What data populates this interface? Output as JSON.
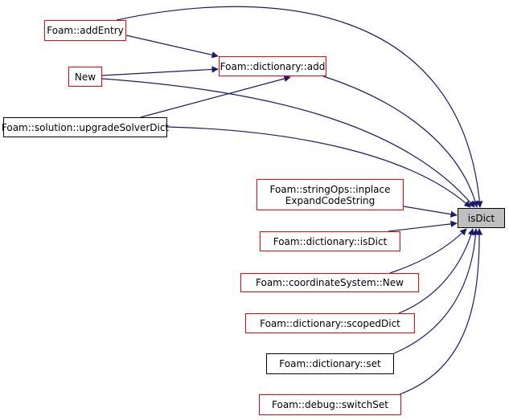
{
  "graph": {
    "current": "isDict",
    "nodes": {
      "addEntry": "Foam::addEntry",
      "new": "New",
      "dictAdd": "Foam::dictionary::add",
      "upgrade": "Foam::solution::upgradeSolverDict",
      "inplace": "Foam::stringOps::inplace\nExpandCodeString",
      "isDict": "isDict",
      "dictIsDict": "Foam::dictionary::isDict",
      "coordNew": "Foam::coordinateSystem::New",
      "scoped": "Foam::dictionary::scopedDict",
      "set": "Foam::dictionary::set",
      "switchSet": "Foam::debug::switchSet"
    },
    "colors": {
      "edge": "#191970",
      "link_border": "#ff0000",
      "plain_border": "#000000",
      "current_fill": "#bfbfbf"
    }
  }
}
